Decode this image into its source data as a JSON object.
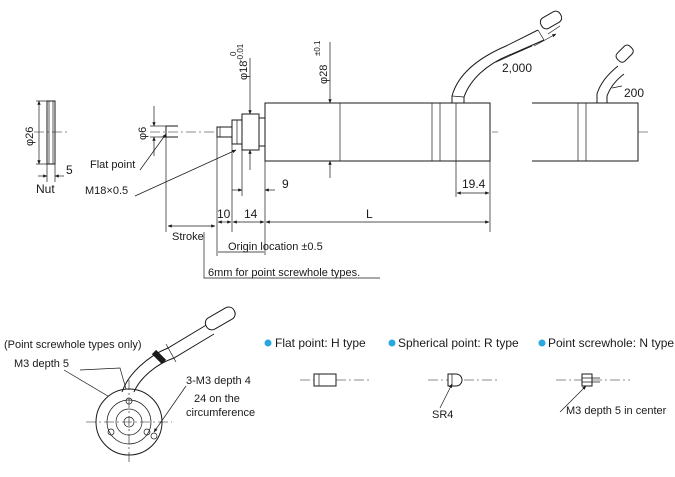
{
  "nut": {
    "dia": "φ26",
    "width": "5",
    "label": "Nut"
  },
  "labels": {
    "flat_point": "Flat point",
    "thread": "M18×0.5",
    "stroke": "Stroke",
    "origin": "Origin location ±0.5",
    "screwhole_note": "6mm for point screwhole types.",
    "length": "L"
  },
  "dims": {
    "d6": "φ6",
    "d18": "φ18",
    "d18_tol_upper": "0",
    "d18_tol_lower": "-0.01",
    "d28": "φ28",
    "d28_tol": "±0.1",
    "dim10": "10",
    "dim14": "14",
    "dim9": "9",
    "dim19_4": "19.4",
    "cable_len": "2,000",
    "cable_bend": "200"
  },
  "endview": {
    "point_only": "(Point screwhole types only)",
    "m3_depth5": "M3 depth 5",
    "m3x3": "3-M3 depth 4",
    "circ_line1": "24 on the",
    "circ_line2": "circumference"
  },
  "tips": {
    "h": {
      "label": "Flat point: H type"
    },
    "r": {
      "label": "Spherical point: R type",
      "callout": "SR4"
    },
    "n": {
      "label": "Point screwhole: N type",
      "callout": "M3 depth 5 in center"
    },
    "bullet_color": "#29a8e0"
  }
}
